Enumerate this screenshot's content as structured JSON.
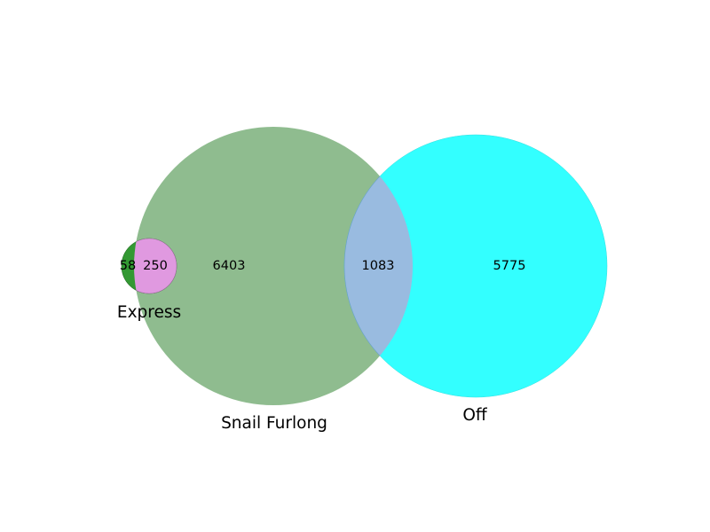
{
  "chart_data": {
    "type": "venn",
    "sets": [
      {
        "name": "Express",
        "color": "#339933"
      },
      {
        "name": "Snail Furlong",
        "color": "#8fbc8f"
      },
      {
        "name": "Off",
        "color": "#33ffff"
      }
    ],
    "regions": {
      "express_only": "58",
      "express_and_snail": "250",
      "snail_only": "6403",
      "snail_and_off": "1083",
      "off_only": "5775"
    },
    "overlap_colors": {
      "express_and_snail": "#e099e0",
      "snail_and_off": "#99bbe0"
    }
  }
}
